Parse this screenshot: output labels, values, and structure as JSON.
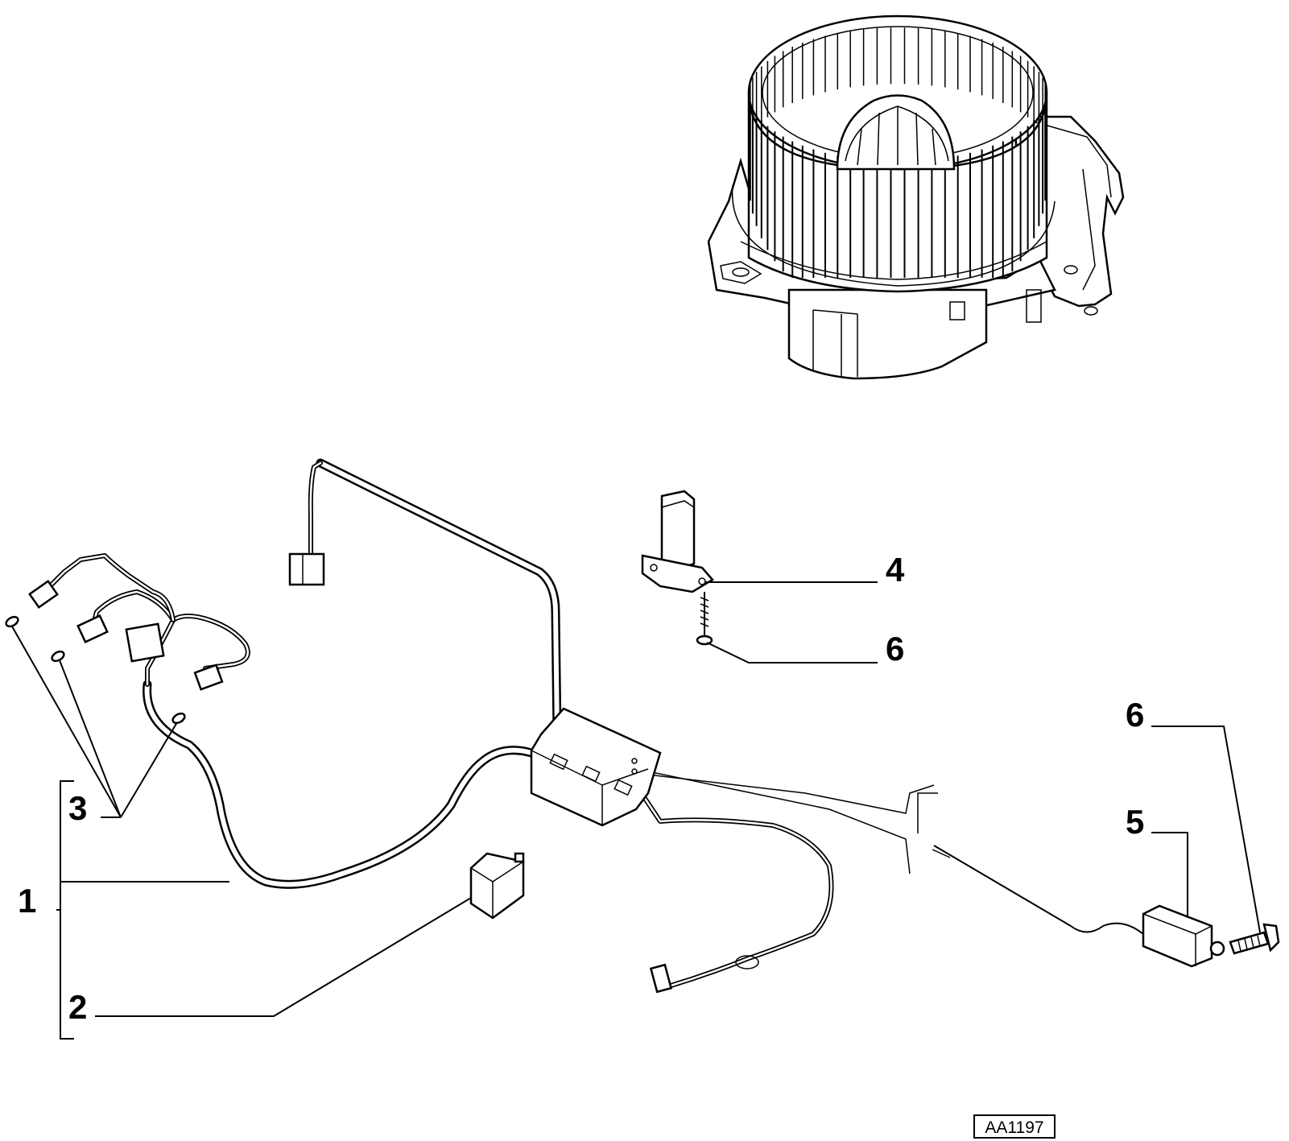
{
  "callouts": [
    {
      "id": "1",
      "label": "1"
    },
    {
      "id": "2",
      "label": "2"
    },
    {
      "id": "3",
      "label": "3"
    },
    {
      "id": "4",
      "label": "4"
    },
    {
      "id": "5",
      "label": "5"
    },
    {
      "id": "6a",
      "label": "6"
    },
    {
      "id": "6b",
      "label": "6"
    }
  ],
  "reference_code": "AA1197"
}
